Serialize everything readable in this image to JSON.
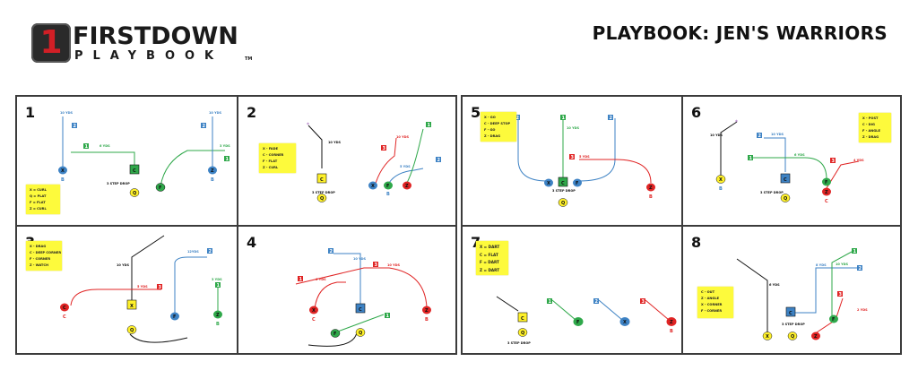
{
  "header": {
    "logo_number": "1",
    "logo_line1": "FIRSTDOWN",
    "logo_line2": "PLAYBOOK",
    "logo_tm": "TM",
    "title": "PLAYBOOK: JEN'S WARRIORS"
  },
  "colors": {
    "blue": "#3d82c4",
    "green": "#2fa84a",
    "red": "#e02424",
    "yellow": "#fff12a",
    "black": "#111111",
    "note": "#fdfa3c",
    "purple": "#9b59b6",
    "frame": "#3b3b3b"
  },
  "plays": [
    {
      "number": "1",
      "notes": [
        "X = CURL",
        "Q = PLAT",
        "F = FLAT",
        "Z = CURL"
      ],
      "labels": {
        "a": "10 YDS",
        "b": "10 YDS",
        "c": "6 YDS",
        "d": "3 YDS",
        "drop": "3 STEP DROP"
      },
      "players": [
        "X",
        "C",
        "Q",
        "F",
        "Z"
      ],
      "tags": [
        "2",
        "1",
        "2",
        "1"
      ],
      "subs": [
        "B",
        "B"
      ]
    },
    {
      "number": "2",
      "notes": [
        "X - FADE",
        "C - CORNER",
        "F - FLAT",
        "Z - CURL"
      ],
      "labels": {
        "a": "10 YDS",
        "b": "10 YDS",
        "c": "5 YDS",
        "drop": "3 STEP DROP"
      },
      "players": [
        "C",
        "Q",
        "X",
        "F",
        "Z"
      ],
      "tags": [
        "3",
        "2",
        "1"
      ],
      "subs": [
        "B"
      ]
    },
    {
      "number": "3",
      "notes": [
        "X - DRAG",
        "C - DEEP CORNER",
        "F - CORNER",
        "Z - WATCH"
      ],
      "labels": {
        "a": "10 YDS",
        "b": "12YDS",
        "c": "5 YDS",
        "d": "3 YDS"
      },
      "players": [
        "X",
        "C",
        "Q",
        "F",
        "Z"
      ],
      "tags": [
        "3",
        "2",
        "1"
      ],
      "subs": [
        "C",
        "B"
      ]
    },
    {
      "number": "4",
      "notes": [],
      "labels": {
        "a": "10 YDS",
        "b": "6 YDS",
        "c": "10 YDS"
      },
      "players": [
        "X",
        "C",
        "Q",
        "F",
        "Z"
      ],
      "tags": [
        "2",
        "3",
        "1",
        "1"
      ],
      "subs": [
        "C",
        "B"
      ]
    },
    {
      "number": "5",
      "notes": [
        "X - GO",
        "C - DEEP STOP",
        "F - GO",
        "Z - DRAG"
      ],
      "labels": {
        "a": "10 YDS",
        "b": "5 YDS",
        "drop": "3 STEP DROP"
      },
      "players": [
        "X",
        "C",
        "F",
        "Q",
        "Z"
      ],
      "tags": [
        "2",
        "1",
        "2",
        "3"
      ],
      "subs": [
        "B"
      ]
    },
    {
      "number": "6",
      "notes": [
        "X - POST",
        "C - DIG",
        "F - ANGLE",
        "Z - DRAG"
      ],
      "labels": {
        "a": "10 YDS",
        "b": "10 YDS",
        "c": "6 YDS",
        "d": "4 YDS",
        "drop": "3 STEP DROP"
      },
      "players": [
        "X",
        "C",
        "Q",
        "F",
        "Z"
      ],
      "tags": [
        "2",
        "1",
        "3"
      ],
      "subs": [
        "B",
        "C"
      ]
    },
    {
      "number": "7",
      "notes": [
        "X = DART",
        "C = FLAT",
        "F = DART",
        "Z = DART"
      ],
      "labels": {
        "drop": "3 STEP DROP"
      },
      "players": [
        "C",
        "Q",
        "F",
        "X",
        "Z"
      ],
      "tags": [
        "1",
        "2",
        "3"
      ],
      "subs": [
        "B"
      ]
    },
    {
      "number": "8",
      "notes": [
        "C - OUT",
        "Z - ANGLE",
        "X - CORNER",
        "F - CORNER"
      ],
      "labels": {
        "a": "6 YDS",
        "b": "8 YDS",
        "c": "10 YDS",
        "d": "2 YDS",
        "drop": "3 STEP DROP"
      },
      "players": [
        "X",
        "Q",
        "C",
        "F",
        "Z"
      ],
      "tags": [
        "1",
        "3",
        "2"
      ],
      "subs": []
    }
  ]
}
